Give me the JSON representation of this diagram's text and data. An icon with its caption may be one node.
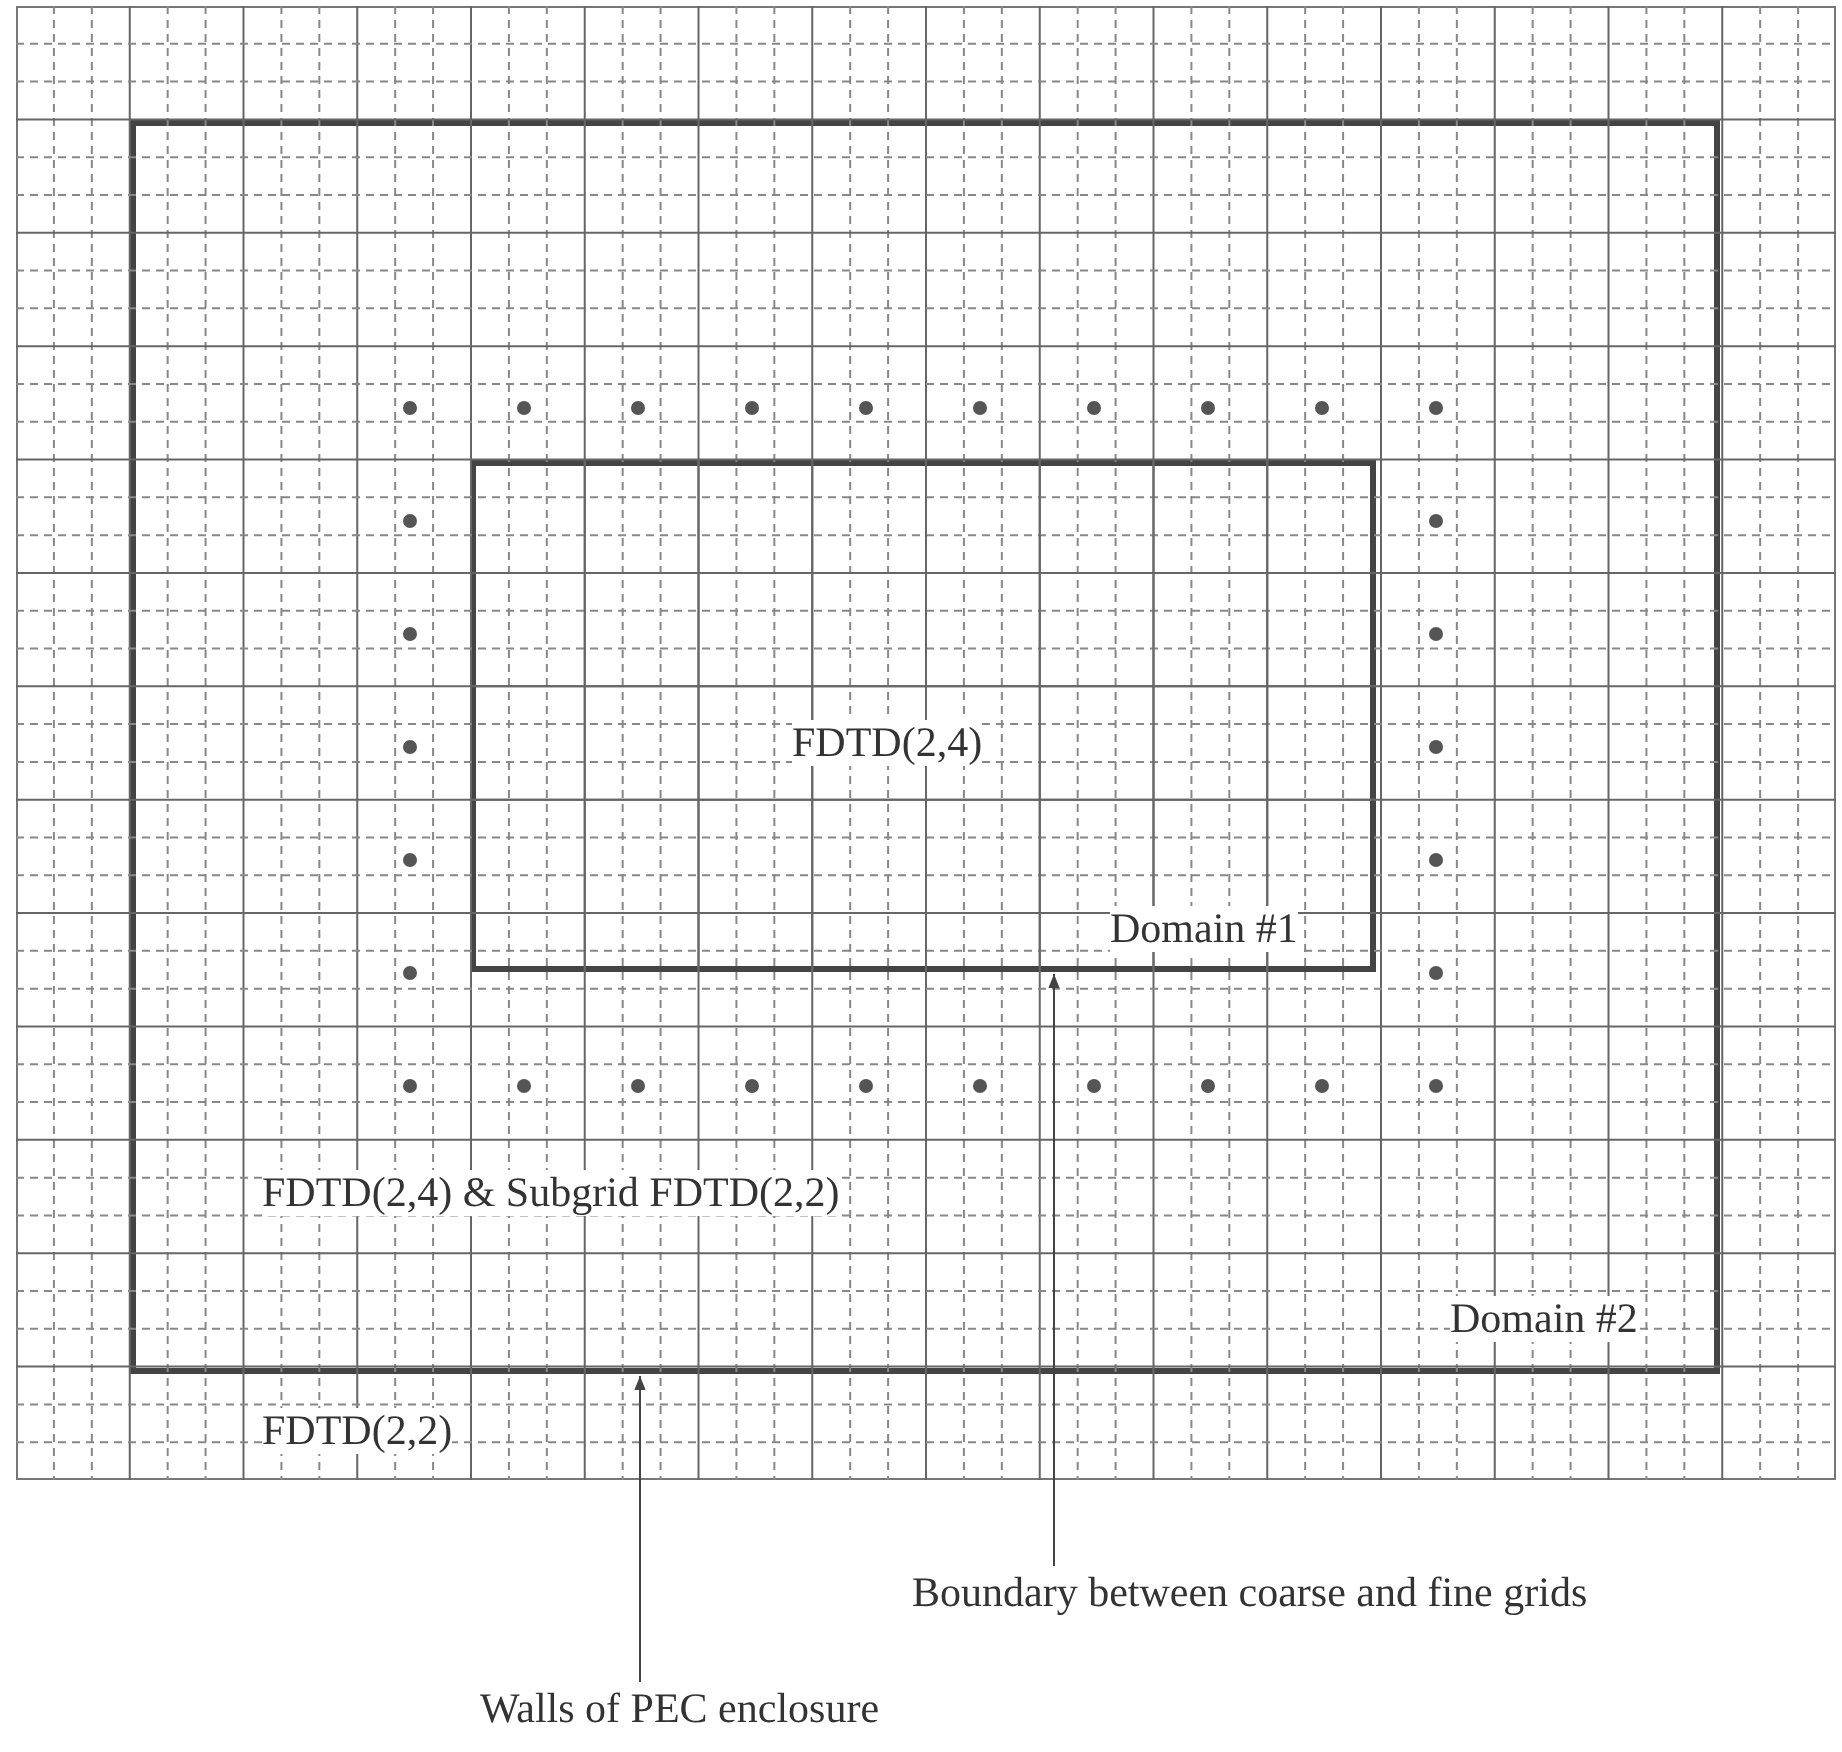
{
  "diagram": {
    "nodes": [
      {
        "text": [
          "FDTD(2,2)"
        ]
      },
      {
        "text": [
          "FDTD(2,4) & Subgrid FDTD(2,2)",
          "Domain #2"
        ],
        "in": 0
      },
      {
        "text": [
          "FDTD(2,4)",
          "Domain #1"
        ],
        "in": 1
      },
      {
        "text": [
          "Boundary between coarse and fine grids"
        ]
      },
      {
        "text": [
          "Walls of PEC enclosure"
        ]
      }
    ],
    "edges": [
      {
        "from": 3,
        "to": 2,
        "arrow": "to"
      },
      {
        "from": 4,
        "to": 1,
        "arrow": "to"
      }
    ]
  }
}
